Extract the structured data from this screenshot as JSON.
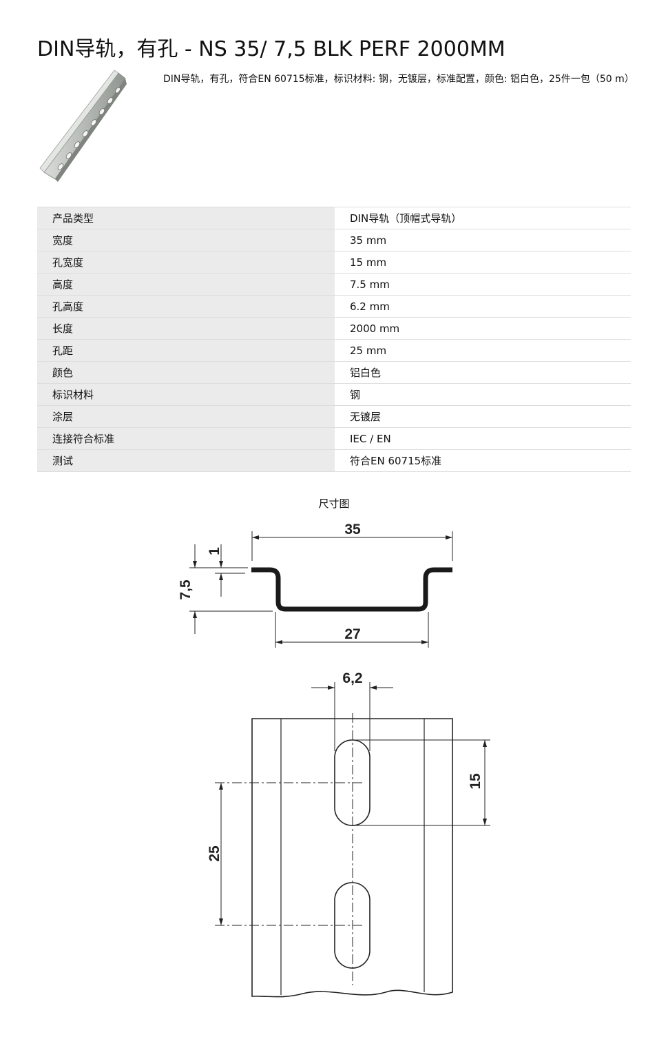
{
  "header": {
    "title": "DIN导轨，有孔 - NS 35/ 7,5 BLK PERF 2000MM"
  },
  "product": {
    "image_icon": "din-rail-perforated-image",
    "description": "DIN导轨，有孔，符合EN 60715标准，标识材料: 钢，无镀层，标准配置，颜色: 铝白色，25件一包（50 m）"
  },
  "specs": [
    {
      "label": "产品类型",
      "value": "DIN导轨（顶帽式导轨）"
    },
    {
      "label": "宽度",
      "value": "35 mm"
    },
    {
      "label": "孔宽度",
      "value": "15 mm"
    },
    {
      "label": "高度",
      "value": "7.5 mm"
    },
    {
      "label": "孔高度",
      "value": "6.2 mm"
    },
    {
      "label": "长度",
      "value": "2000 mm"
    },
    {
      "label": "孔距",
      "value": "25 mm"
    },
    {
      "label": "颜色",
      "value": "铝白色"
    },
    {
      "label": "标识材料",
      "value": "钢"
    },
    {
      "label": "涂层",
      "value": "无镀层"
    },
    {
      "label": "连接符合标准",
      "value": "IEC / EN"
    },
    {
      "label": "测试",
      "value": "符合EN 60715标准"
    }
  ],
  "drawing": {
    "label": "尺寸图",
    "dims": {
      "top_width": "35",
      "bottom_width": "27",
      "thickness": "1",
      "height": "7,5",
      "hole_width": "6,2",
      "hole_length": "15",
      "hole_pitch": "25"
    }
  },
  "colors": {
    "row_key_bg": "#ebebeb",
    "divider": "#dddddd",
    "rail_stroke": "#1a1a1a"
  }
}
